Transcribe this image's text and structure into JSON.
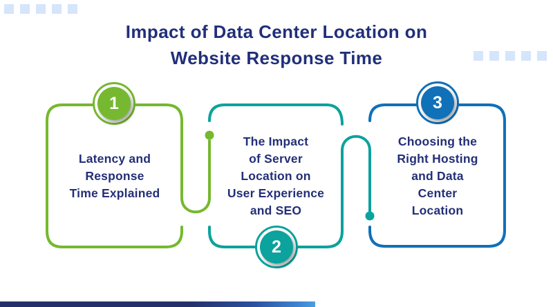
{
  "title": "Impact of Data Center Location on\nWebsite Response Time",
  "colors": {
    "green": "#76b82f",
    "teal": "#0ca29d",
    "blue": "#1070b8",
    "navy_text": "#232f77",
    "decor_square": "#d4e5fc"
  },
  "steps": [
    {
      "number": "1",
      "label": "Latency and\nResponse\nTime Explained",
      "color": "#76b82f"
    },
    {
      "number": "2",
      "label": "The Impact\nof Server\nLocation on\nUser Experience\nand SEO",
      "color": "#0ca29d"
    },
    {
      "number": "3",
      "label": "Choosing the\nRight Hosting\nand Data\nCenter\nLocation",
      "color": "#1070b8"
    }
  ],
  "decor": {
    "top_left_squares": 5,
    "top_right_squares": 5
  }
}
